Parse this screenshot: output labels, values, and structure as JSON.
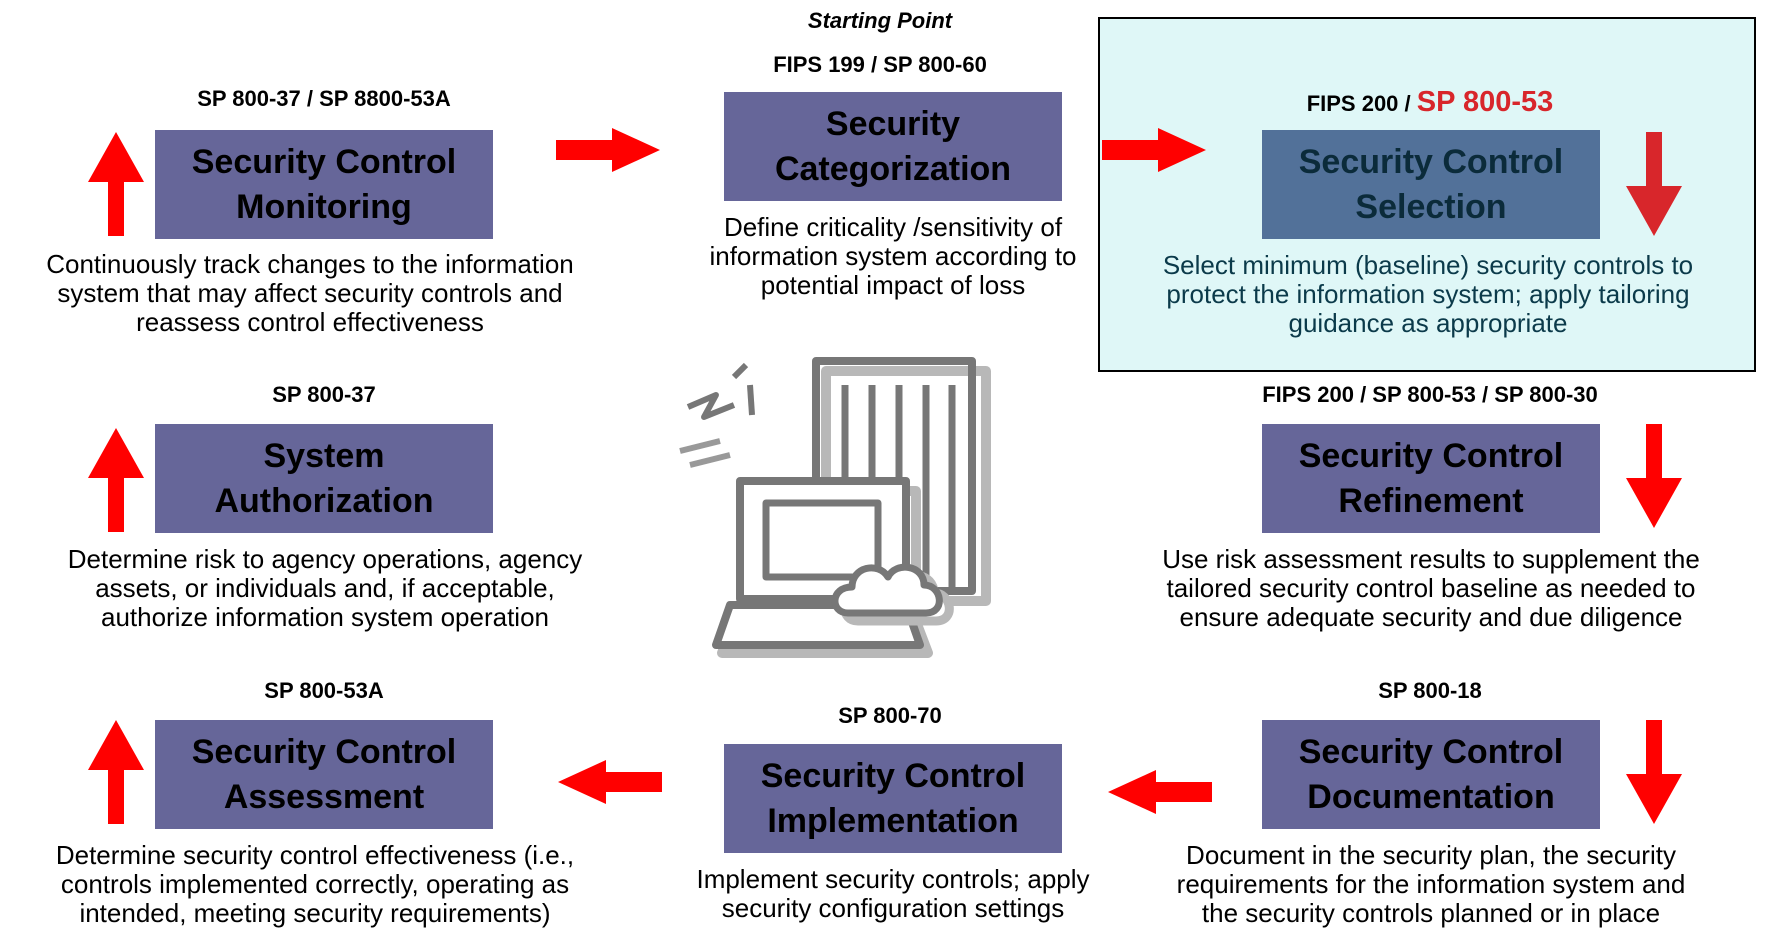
{
  "starting_point": "Starting Point",
  "colors": {
    "box": "#666699",
    "selected_box": "#527199",
    "arrow": "#ff0000",
    "highlight": "#dff7f7",
    "accent_text": "#d8262b"
  },
  "steps": {
    "categorization": {
      "ref": "FIPS 199 / SP 800-60",
      "title": [
        "Security",
        "Categorization"
      ],
      "desc": [
        "Define criticality /sensitivity of",
        "information system according to",
        "potential impact of loss"
      ]
    },
    "selection": {
      "ref_prefix": "FIPS 200 / ",
      "ref_highlight": "SP 800-53",
      "title": [
        "Security Control",
        "Selection"
      ],
      "desc": [
        "Select minimum (baseline) security controls to",
        "protect the information system; apply tailoring",
        "guidance as appropriate"
      ]
    },
    "refinement": {
      "ref": "FIPS 200 / SP 800-53 / SP 800-30",
      "title": [
        "Security Control",
        "Refinement"
      ],
      "desc": [
        "Use risk assessment results to supplement the",
        "tailored security control baseline as needed to",
        "ensure adequate security and due diligence"
      ]
    },
    "documentation": {
      "ref": "SP 800-18",
      "title": [
        "Security Control",
        "Documentation"
      ],
      "desc": [
        "Document in the security plan, the security",
        "requirements for the information system and",
        "the security controls planned or in place"
      ]
    },
    "implementation": {
      "ref": "SP 800-70",
      "title": [
        "Security Control",
        "Implementation"
      ],
      "desc": [
        "Implement security controls; apply",
        "security configuration settings"
      ]
    },
    "assessment": {
      "ref": "SP 800-53A",
      "title": [
        "Security Control",
        "Assessment"
      ],
      "desc": [
        "Determine security control effectiveness (i.e.,",
        "controls implemented correctly, operating as",
        "intended, meeting security requirements)"
      ]
    },
    "authorization": {
      "ref": "SP 800-37",
      "title": [
        "System",
        "Authorization"
      ],
      "desc": [
        "Determine risk to agency operations, agency",
        "assets, or individuals and, if acceptable,",
        "authorize information system operation"
      ]
    },
    "monitoring": {
      "ref": "SP 800-37 / SP 8800-53A",
      "title": [
        "Security Control",
        "Monitoring"
      ],
      "desc": [
        "Continuously track changes to the information",
        "system that may affect security controls and",
        "reassess control effectiveness"
      ]
    }
  },
  "center_icon": "computer-server-icon"
}
